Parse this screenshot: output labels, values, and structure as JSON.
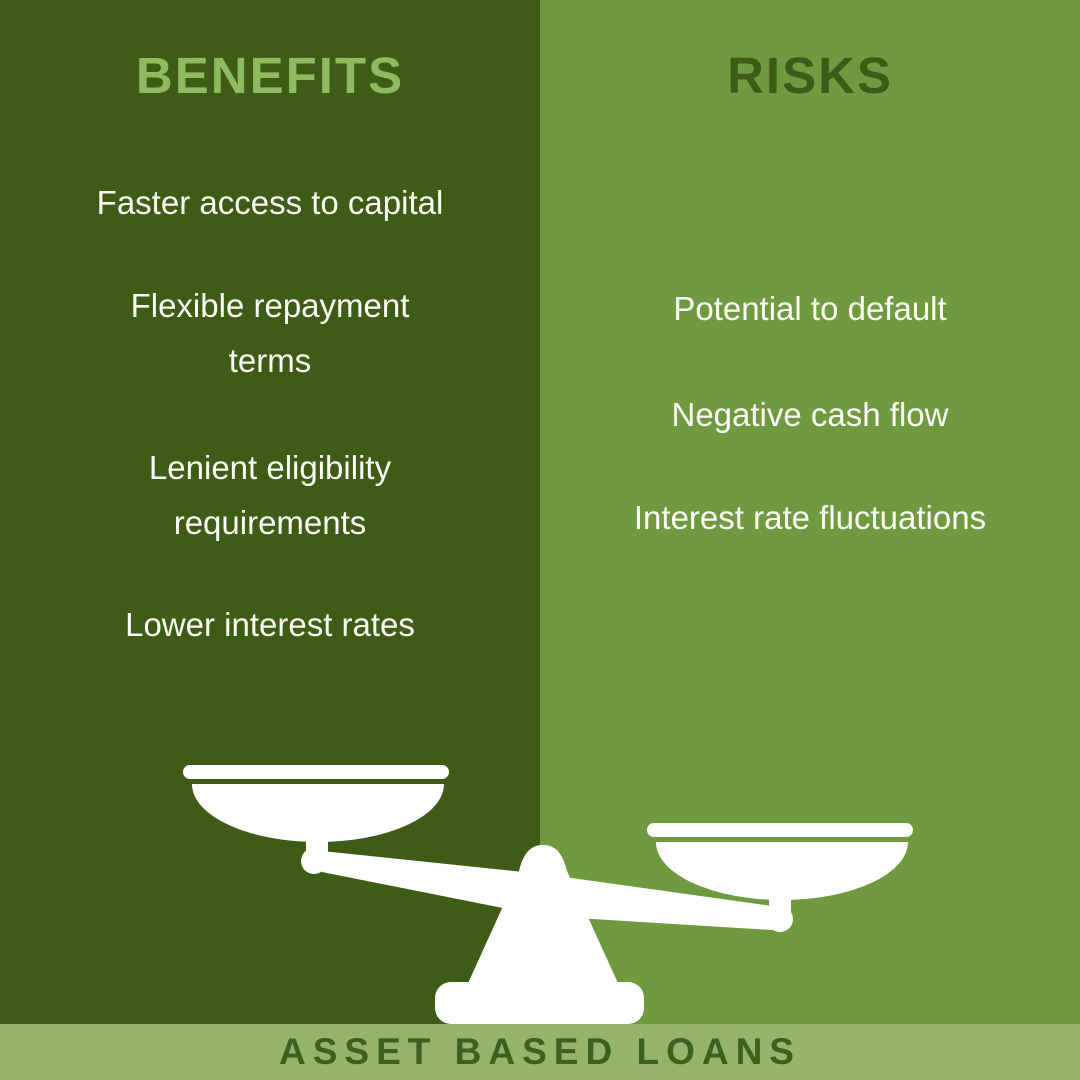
{
  "colors": {
    "left_bg": "#3e5c15",
    "right_bg": "#6f9a40",
    "footer_bg": "#95b469",
    "benefits_title": "#8eba60",
    "risks_title": "#3c5d18",
    "footer_text": "#3c6020",
    "item_text": "#fcfcf7",
    "scale": "#ffffff"
  },
  "left_panel": {
    "title": "BENEFITS",
    "items": [
      {
        "lines": [
          "Faster access to capital"
        ]
      },
      {
        "lines": [
          "Flexible repayment",
          "terms"
        ]
      },
      {
        "lines": [
          "Lenient eligibility",
          "requirements"
        ]
      },
      {
        "lines": [
          "Lower interest rates"
        ]
      }
    ]
  },
  "right_panel": {
    "title": "RISKS",
    "items": [
      {
        "lines": [
          "Potential to default"
        ]
      },
      {
        "lines": [
          "Negative cash flow"
        ]
      },
      {
        "lines": [
          "Interest rate fluctuations"
        ]
      }
    ]
  },
  "icon": {
    "name": "balance-scale-icon"
  },
  "footer": {
    "title": "ASSET BASED LOANS"
  }
}
